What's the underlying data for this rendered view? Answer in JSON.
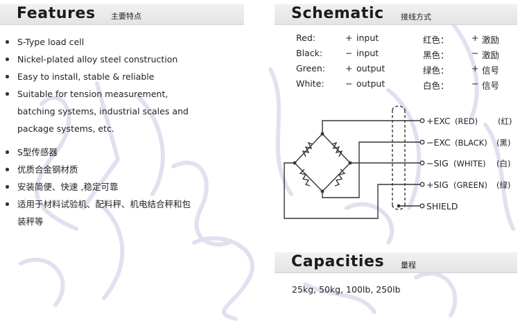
{
  "features": {
    "title": "Features",
    "subtitle": "主要特点",
    "items": [
      "S-Type load cell",
      "Nickel-plated alloy steel construction",
      "Easy to install, stable & reliable",
      "Suitable for tension measurement, batching systems, industrial scales and package systems, etc.",
      "S型传感器",
      "优质合金钢材质",
      "安装简便、快速 ,稳定可靠",
      "适用于材料试验机、配料秤、机电结合秤和包装秤等"
    ]
  },
  "schematic": {
    "title": "Schematic",
    "subtitle": "接线方式",
    "wires": [
      {
        "en_color": "Red:",
        "en_sign": "+",
        "en_signal": "input",
        "cn_color": "红色：",
        "cn_sign": "+",
        "cn_signal": "激励"
      },
      {
        "en_color": "Black:",
        "en_sign": "−",
        "en_signal": "input",
        "cn_color": "黑色：",
        "cn_sign": "−",
        "cn_signal": "激励"
      },
      {
        "en_color": "Green:",
        "en_sign": "+",
        "en_signal": "output",
        "cn_color": "绿色：",
        "cn_sign": "+",
        "cn_signal": "信号"
      },
      {
        "en_color": "White:",
        "en_sign": "−",
        "en_signal": "output",
        "cn_color": "白色：",
        "cn_sign": "−",
        "cn_signal": "信号"
      }
    ],
    "terminals": [
      {
        "sign": "+",
        "name": "EXC",
        "color_en": "(RED)",
        "color_cn": "(红)"
      },
      {
        "sign": "−",
        "name": "EXC",
        "color_en": "(BLACK)",
        "color_cn": "(黑)"
      },
      {
        "sign": "−",
        "name": "SIG",
        "color_en": "(WHITE)",
        "color_cn": "(白)"
      },
      {
        "sign": "+",
        "name": "SIG",
        "color_en": "(GREEN)",
        "color_cn": "(绿)"
      },
      {
        "sign": "",
        "name": "SHIELD",
        "color_en": "",
        "color_cn": ""
      }
    ]
  },
  "capacities": {
    "title": "Capacities",
    "subtitle": "量程",
    "values": "25kg, 50kg, 100lb, 250lb"
  }
}
